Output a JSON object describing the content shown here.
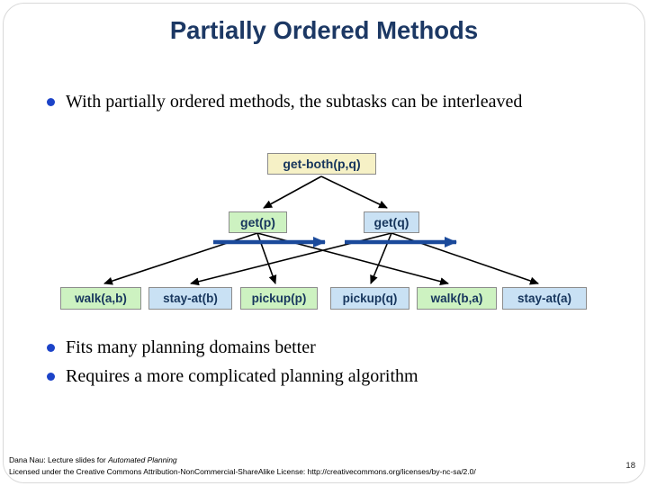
{
  "colors": {
    "title_navy": "#1c3864",
    "box_text_navy": "#17365d",
    "bullet_blue": "#1c43c8",
    "arrow_blue": "#1b4a9b",
    "box_border_gray": "#8c8c8c",
    "edge_black": "#000000"
  },
  "slide": {
    "title": "Partially Ordered Methods",
    "intro_bullet": "With partially ordered methods, the subtasks can be interleaved",
    "bottom_bullets": [
      "Fits many planning domains better",
      "Requires a more complicated planning algorithm"
    ],
    "footer": {
      "line1_prefix": "Dana Nau: Lecture slides for ",
      "line1_italic": "Automated Planning",
      "line2": "Licensed under the Creative Commons Attribution-NonCommercial-ShareAlike License: http://creativecommons.org/licenses/by-nc-sa/2.0/",
      "page_number": "18"
    }
  },
  "diagram": {
    "root": {
      "label": "get-both(p,q)",
      "fill": "#f6f1c6"
    },
    "mid": [
      {
        "label": "get(p)",
        "fill": "#cdf2c1"
      },
      {
        "label": "get(q)",
        "fill": "#c9e1f4"
      }
    ],
    "leaves": [
      {
        "label": "walk(a,b)",
        "fill": "#cdf2c1"
      },
      {
        "label": "stay-at(b)",
        "fill": "#c9e1f4"
      },
      {
        "label": "pickup(p)",
        "fill": "#cdf2c1"
      },
      {
        "label": "pickup(q)",
        "fill": "#c9e1f4"
      },
      {
        "label": "walk(b,a)",
        "fill": "#cdf2c1"
      },
      {
        "label": "stay-at(a)",
        "fill": "#c9e1f4"
      }
    ]
  }
}
